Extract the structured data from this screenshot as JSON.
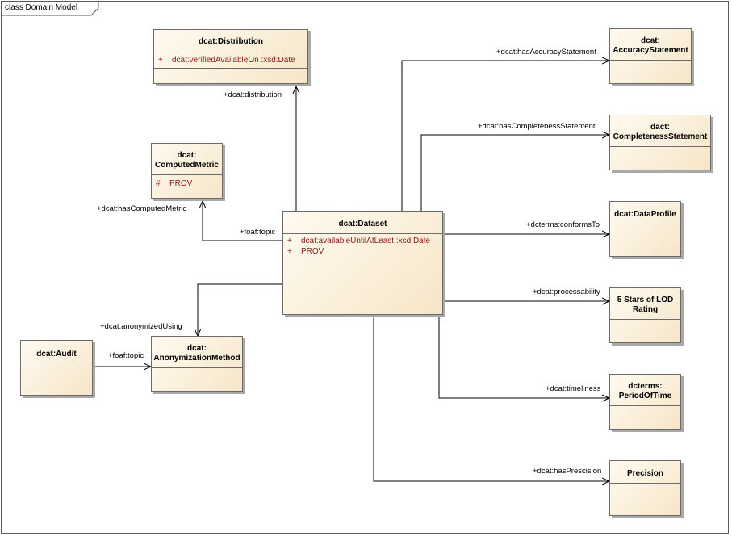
{
  "frame": {
    "title": "class Domain Model"
  },
  "classes": {
    "distribution": {
      "name": "dcat:Distribution",
      "attr_vis": "+",
      "attr_text": "dcat:verifiedAvailableOn  :xsd:Date"
    },
    "computed_metric": {
      "name_line1": "dcat:",
      "name_line2": "ComputedMetric",
      "attr_vis": "#",
      "attr_text": "PROV"
    },
    "dataset": {
      "name": "dcat:Dataset",
      "attr1_vis": "+",
      "attr1_text": "dcat:availableUntilAtLeast  :xsd:Date",
      "attr2_vis": "+",
      "attr2_text": "PROV"
    },
    "audit": {
      "name": "dcat:Audit"
    },
    "anonymization_method": {
      "name_line1": "dcat:",
      "name_line2": "AnonymizationMethod"
    },
    "accuracy_statement": {
      "name_line1": "dcat:",
      "name_line2": "AccuracyStatement"
    },
    "completeness_statement": {
      "name_line1": "dact:",
      "name_line2": "CompletenessStatement"
    },
    "data_profile": {
      "name": "dcat:DataProfile"
    },
    "lod_rating": {
      "name_line1": "5 Stars of LOD",
      "name_line2": "Rating"
    },
    "period_of_time": {
      "name_line1": "dcterms:",
      "name_line2": "PeriodOfTime"
    },
    "precision": {
      "name": "Precision"
    }
  },
  "edges": {
    "distribution": "+dcat:distribution",
    "has_computed_metric": "+dcat:hasComputedMetric",
    "foaf_topic_dataset": "+foaf:topic",
    "anonymized_using": "+dcat:anonymizedUsing",
    "foaf_topic_audit": "+foaf:topic",
    "has_accuracy_statement": "+dcat:hasAccuracyStatement",
    "has_completeness_statement": "+dcat:hasCompletenessStatement",
    "conforms_to": "+dcterms:conformsTo",
    "processability": "+dcat:processability",
    "timeliness": "+dcat:timeliness",
    "has_prescision": "+dcat:hasPrescision"
  }
}
